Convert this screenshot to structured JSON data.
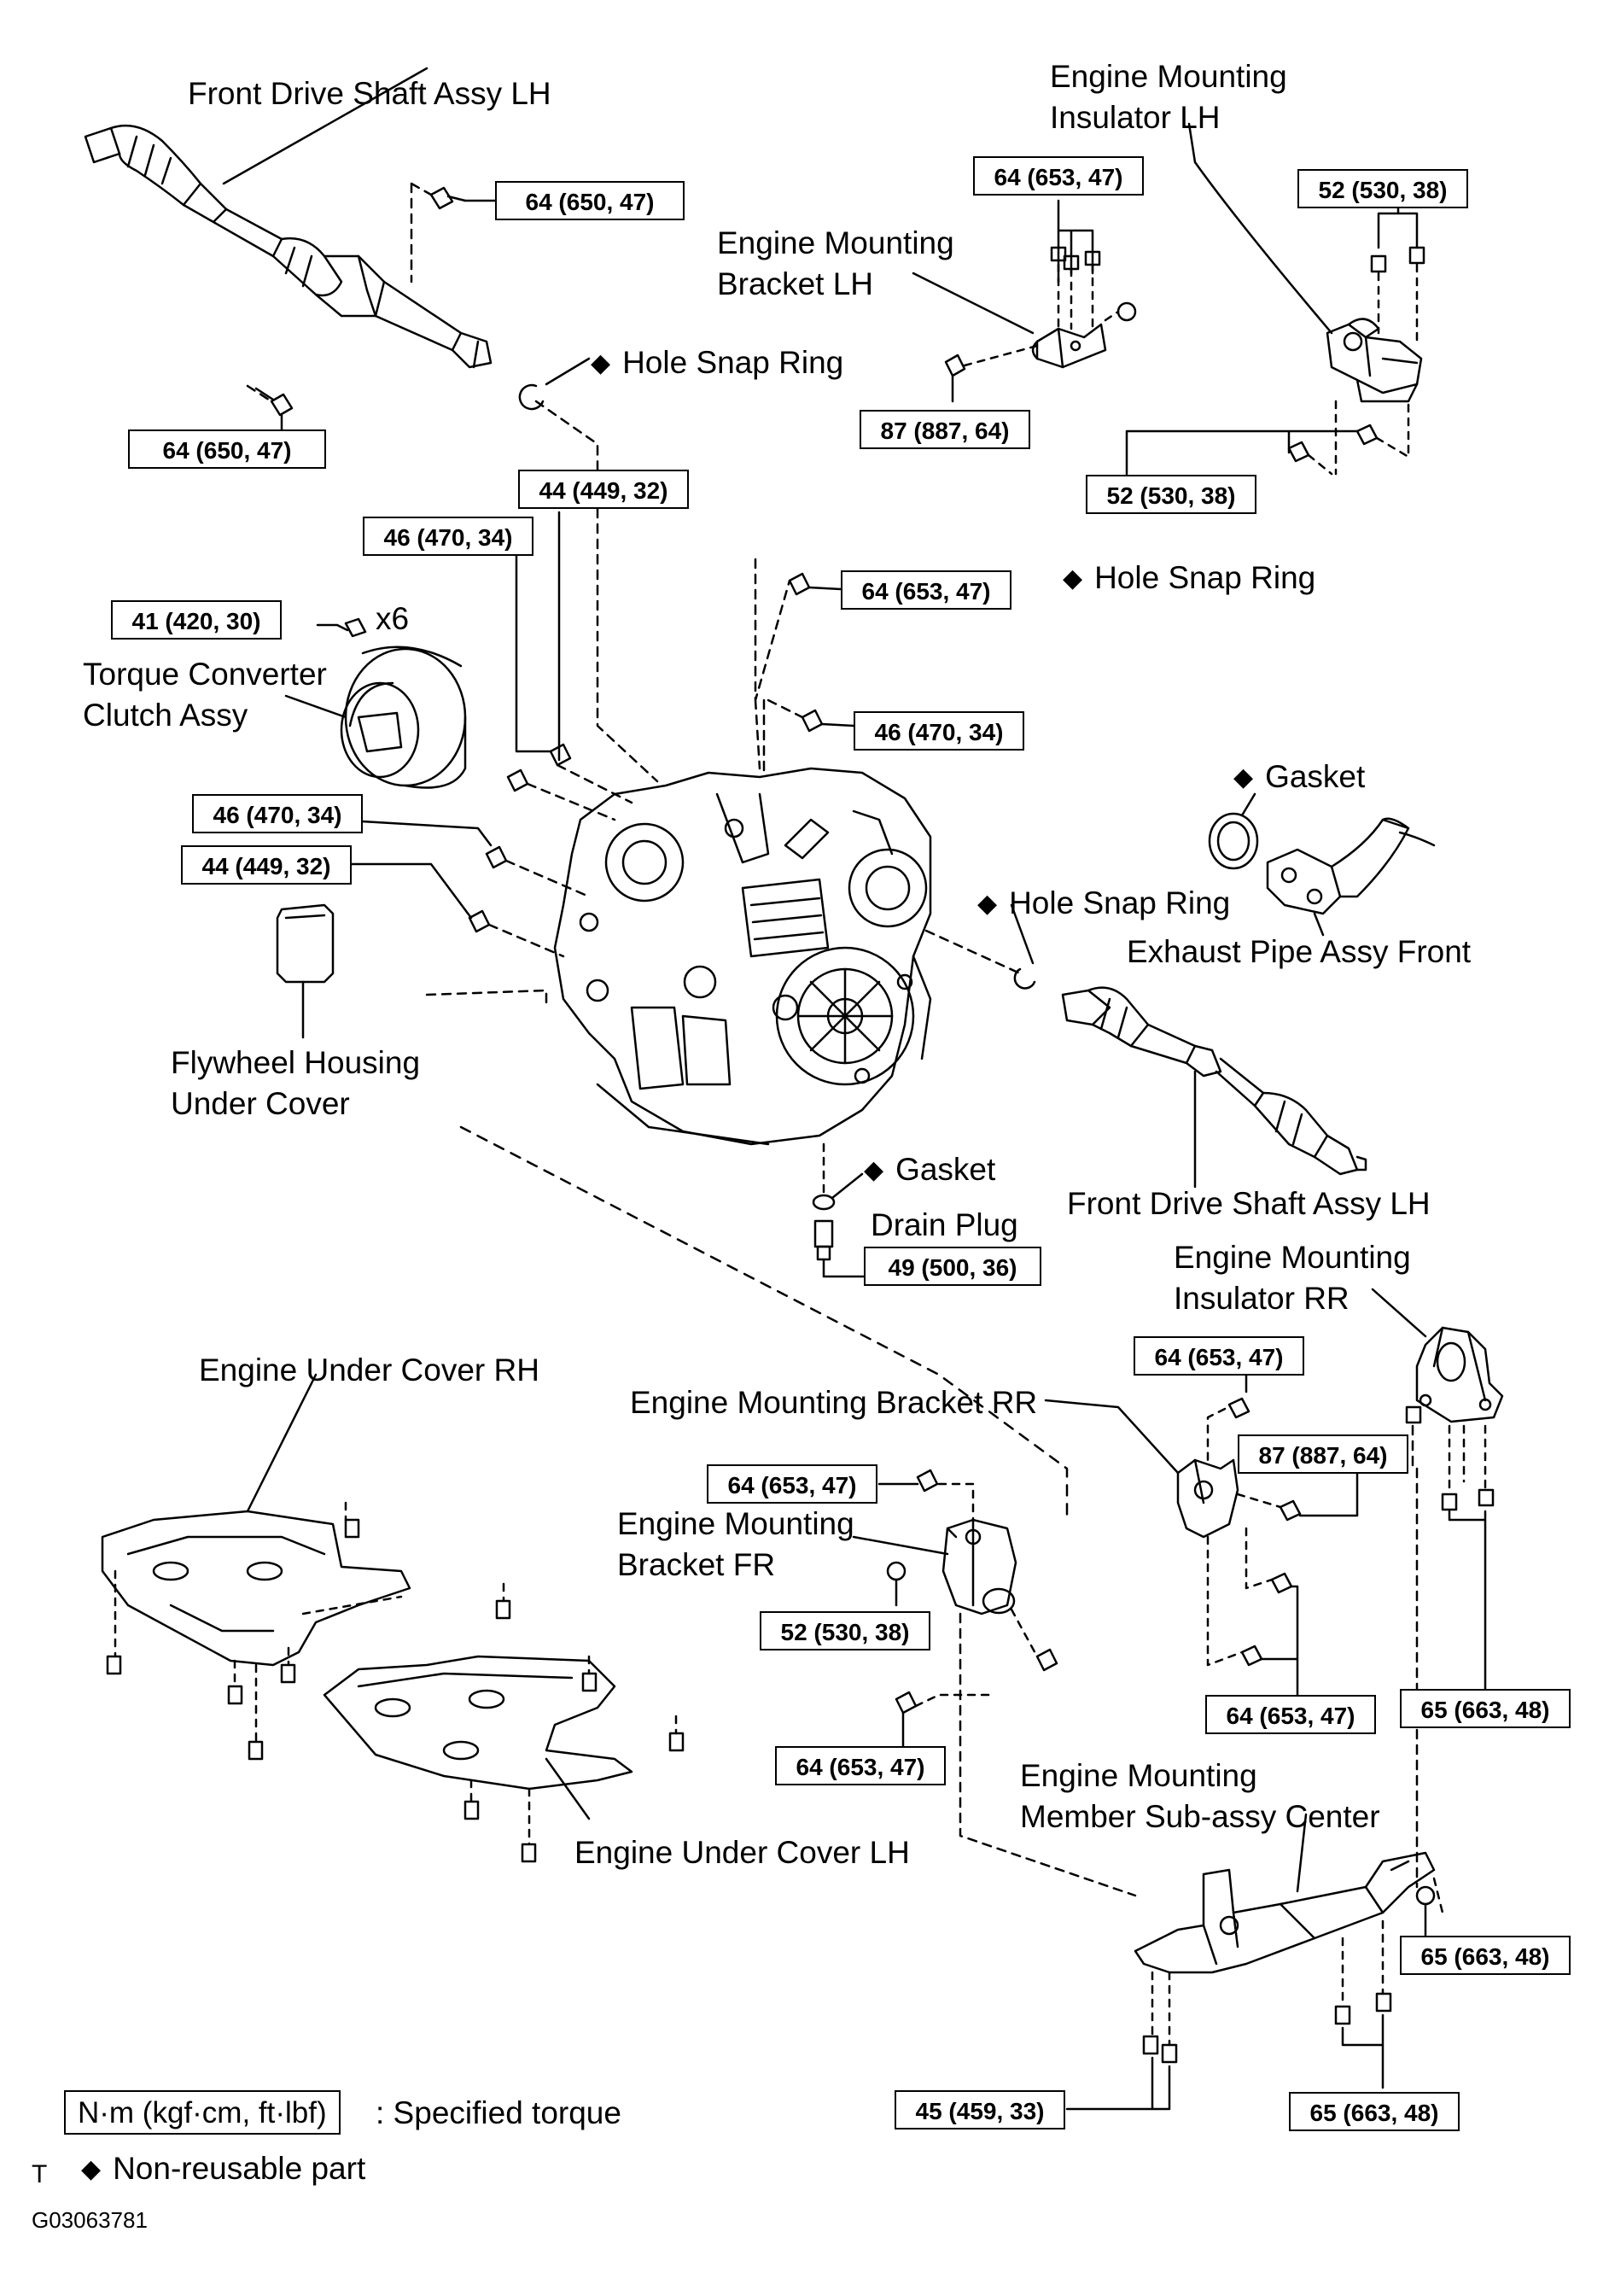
{
  "parts": {
    "front_drive_shaft_lh_top": "Front Drive Shaft Assy LH",
    "engine_mounting_insulator_lh_l1": "Engine Mounting",
    "engine_mounting_insulator_lh_l2": "Insulator LH",
    "engine_mounting_bracket_lh_l1": "Engine Mounting",
    "engine_mounting_bracket_lh_l2": "Bracket LH",
    "hole_snap_ring_1": "Hole Snap Ring",
    "hole_snap_ring_2": "Hole Snap Ring",
    "hole_snap_ring_3": "Hole Snap Ring",
    "torque_converter_l1": "Torque Converter",
    "torque_converter_l2": "Clutch Assy",
    "x6": "x6",
    "gasket_exhaust": "Gasket",
    "exhaust_pipe": "Exhaust Pipe Assy Front",
    "flywheel_housing_l1": "Flywheel Housing",
    "flywheel_housing_l2": "Under Cover",
    "gasket_drain": "Gasket",
    "drain_plug": "Drain Plug",
    "front_drive_shaft_lh_bottom": "Front Drive Shaft Assy LH",
    "engine_mounting_insulator_rr_l1": "Engine Mounting",
    "engine_mounting_insulator_rr_l2": "Insulator RR",
    "engine_under_cover_rh": "Engine Under Cover RH",
    "engine_mounting_bracket_rr": "Engine Mounting Bracket RR",
    "engine_mounting_bracket_fr_l1": "Engine Mounting",
    "engine_mounting_bracket_fr_l2": "Bracket FR",
    "engine_under_cover_lh": "Engine Under Cover LH",
    "engine_mounting_member_l1": "Engine Mounting",
    "engine_mounting_member_l2": "Member  Sub-assy Center"
  },
  "torques": {
    "t01": "64 (650, 47)",
    "t02": "64 (650, 47)",
    "t03": "64 (653, 47)",
    "t04": "52 (530, 38)",
    "t05": "87 (887, 64)",
    "t06": "52 (530, 38)",
    "t07": "44 (449, 32)",
    "t08": "46 (470, 34)",
    "t09": "64 (653, 47)",
    "t10": "41 (420, 30)",
    "t11": "46 (470, 34)",
    "t12": "46 (470, 34)",
    "t13": "44 (449, 32)",
    "t14": "49 (500, 36)",
    "t15": "64 (653, 47)",
    "t16": "87 (887, 64)",
    "t17": "64 (653, 47)",
    "t18": "52 (530, 38)",
    "t19": "64 (653, 47)",
    "t20": "64 (653, 47)",
    "t21": "65 (663, 48)",
    "t22": "65 (663, 48)",
    "t23": "45 (459, 33)",
    "t24": "65 (663, 48)"
  },
  "legend": {
    "unit_box": "N·m (kgf·cm, ft·lbf)",
    "unit_text": ": Specified torque",
    "nonreusable": "Non-reusable part"
  },
  "footer": {
    "mark": "T",
    "code": "G03063781"
  }
}
